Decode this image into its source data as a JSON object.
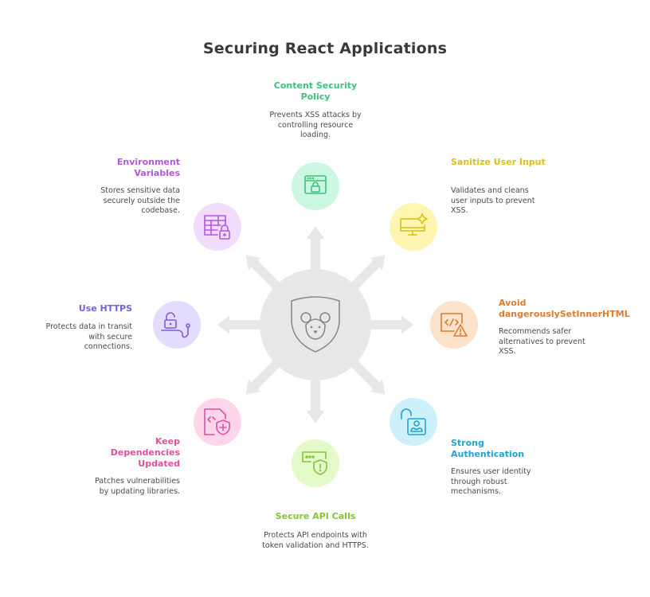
{
  "title": "Securing React Applications",
  "center": {
    "icon": "shield-bear-icon",
    "color": "#8a8a8a",
    "bg": "#e8e8e8"
  },
  "nodes": [
    {
      "id": "csp",
      "title": "Content Security Policy",
      "description": "Prevents XSS attacks by controlling resource loading.",
      "icon": "browser-lock-icon",
      "color": "#3cc47c",
      "bg": "#ccf7e1"
    },
    {
      "id": "sanitize",
      "title": "Sanitize User Input",
      "description": "Validates and cleans user inputs to prevent XSS.",
      "icon": "monitor-sparkle-icon",
      "color": "#d9c01a",
      "bg": "#fdf5b0"
    },
    {
      "id": "avoid-dsih",
      "title": "Avoid dangerouslySetInnerHTML",
      "description": "Recommends safer alternatives to prevent XSS.",
      "icon": "code-warning-icon",
      "color": "#e07b2a",
      "bg": "#fde2cc"
    },
    {
      "id": "auth",
      "title": "Strong Authentication",
      "description": "Ensures user identity through robust mechanisms.",
      "icon": "unlocked-user-icon",
      "color": "#1fa6d0",
      "bg": "#cdf0fb"
    },
    {
      "id": "api",
      "title": "Secure API Calls",
      "description": "Protects API endpoints with token validation and HTTPS.",
      "icon": "api-shield-icon",
      "color": "#84c43a",
      "bg": "#e4fac8"
    },
    {
      "id": "deps",
      "title": "Keep Dependencies Updated",
      "description": "Patches vulnerabilities by updating libraries.",
      "icon": "file-shield-plus-icon",
      "color": "#e0509e",
      "bg": "#fdd6ec"
    },
    {
      "id": "https",
      "title": "Use HTTPS",
      "description": "Protects data in transit with secure connections.",
      "icon": "lock-cable-icon",
      "color": "#7a5ce0",
      "bg": "#e4dcfd"
    },
    {
      "id": "env",
      "title": "Environment Variables",
      "description": "Stores sensitive data securely outside the codebase.",
      "icon": "table-lock-icon",
      "color": "#b556e0",
      "bg": "#f2dcfd"
    }
  ]
}
